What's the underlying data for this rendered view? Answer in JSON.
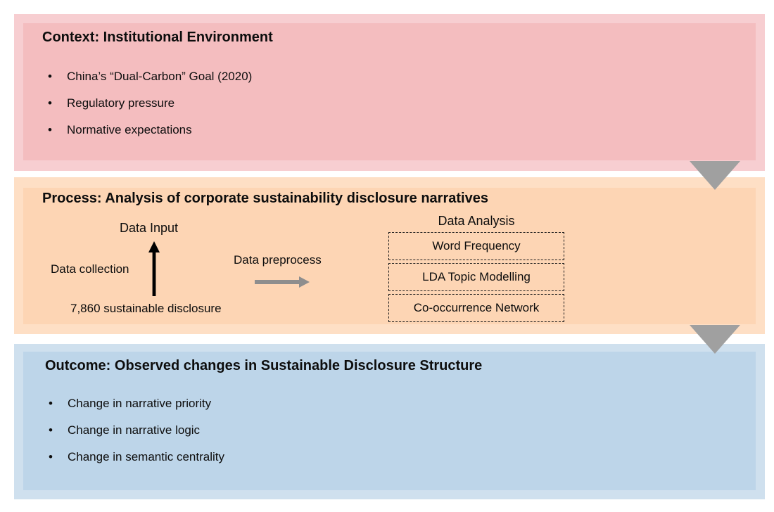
{
  "diagram": {
    "bands": {
      "context": {
        "title": "Context: Institutional Environment",
        "bullets": [
          "China’s “Dual-Carbon” Goal (2020)",
          "Regulatory pressure",
          "Normative expectations"
        ]
      },
      "process": {
        "title": "Process: Analysis of corporate sustainability disclosure narratives",
        "data_input_label": "Data Input",
        "data_collection_label": "Data collection",
        "data_count_label": "7,860 sustainable disclosure",
        "data_preprocess_label": "Data preprocess",
        "data_analysis_label": "Data Analysis",
        "analysis_methods": [
          "Word Frequency",
          "LDA Topic Modelling",
          "Co-occurrence Network"
        ]
      },
      "outcome": {
        "title": "Outcome: Observed changes in Sustainable Disclosure Structure",
        "bullets": [
          "Change in narrative priority",
          "Change in narrative logic",
          "Change in semantic centrality"
        ]
      }
    },
    "bullet_glyph": "•",
    "colors": {
      "context_band": "#f7ced1",
      "context_box": "#f4bdbf",
      "process_band": "#fedfc5",
      "process_box": "#fdd5b4",
      "outcome_band": "#cfe0ee",
      "outcome_box": "#bdd5e9",
      "connector_gray": "#a0a0a0",
      "flow_arrow_gray": "#8e8e8e",
      "flow_arrow_black": "#000000",
      "text": "#0d0d0d"
    }
  }
}
